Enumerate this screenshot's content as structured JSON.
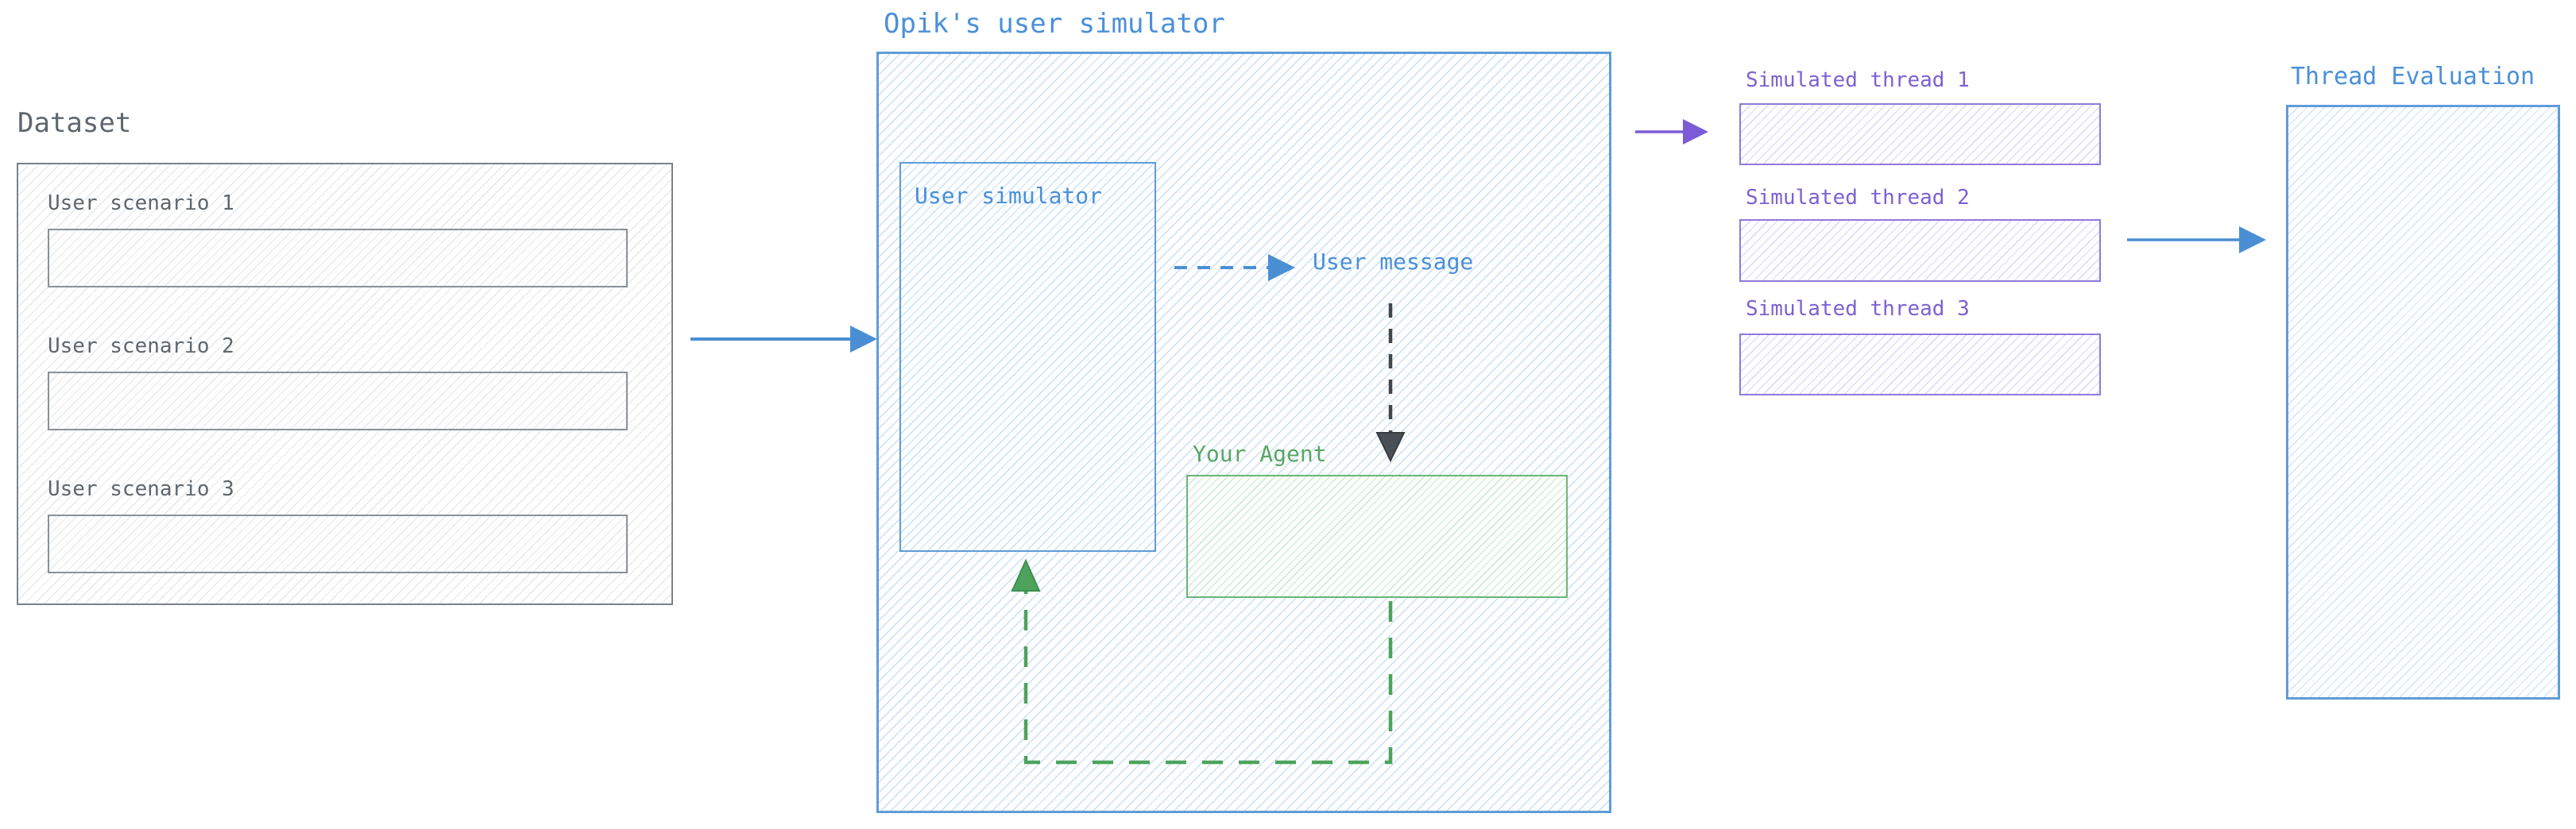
{
  "diagram": {
    "dataset": {
      "title": "Dataset",
      "scenarios": [
        {
          "label": "User scenario 1"
        },
        {
          "label": "User scenario 2"
        },
        {
          "label": "User scenario 3"
        }
      ]
    },
    "simulator": {
      "title": "Opik's user simulator",
      "inner_box_label": "User simulator",
      "message_label": "User message",
      "agent_label": "Your Agent"
    },
    "threads": {
      "items": [
        {
          "label": "Simulated thread 1"
        },
        {
          "label": "Simulated thread 2"
        },
        {
          "label": "Simulated thread 3"
        }
      ]
    },
    "evaluation": {
      "title": "Thread Evaluation"
    },
    "colors": {
      "gray_text": "#5f666e",
      "blue": "#4a90d9",
      "green": "#58a765",
      "purple": "#7d61d1",
      "dark_arrow": "#42474d"
    }
  }
}
